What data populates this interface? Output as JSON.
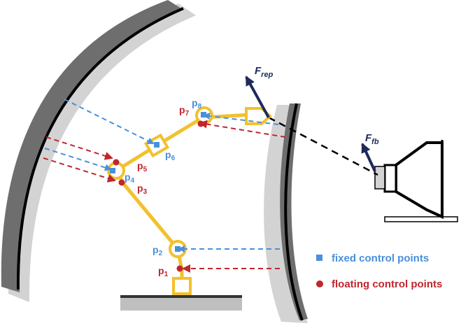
{
  "labels": {
    "p1": "p",
    "p1_sub": "1",
    "p2": "p",
    "p2_sub": "2",
    "p3": "p",
    "p3_sub": "3",
    "p4": "p",
    "p4_sub": "4",
    "p5": "p",
    "p5_sub": "5",
    "p6": "p",
    "p6_sub": "6",
    "p7": "p",
    "p7_sub": "7",
    "p8": "p",
    "p8_sub": "8",
    "f_rep": "F",
    "f_rep_sub": "rep",
    "f_fb": "F",
    "f_fb_sub": "fb"
  },
  "legend": {
    "fixed": "fixed control points",
    "floating": "floating control points"
  },
  "colors": {
    "fixed": "#4a90d9",
    "floating": "#c0262d",
    "arm": "#f2c12e",
    "force": "#1f2a5a",
    "wall_dark": "#6e6e6e",
    "wall_light": "#d0d0d0"
  }
}
